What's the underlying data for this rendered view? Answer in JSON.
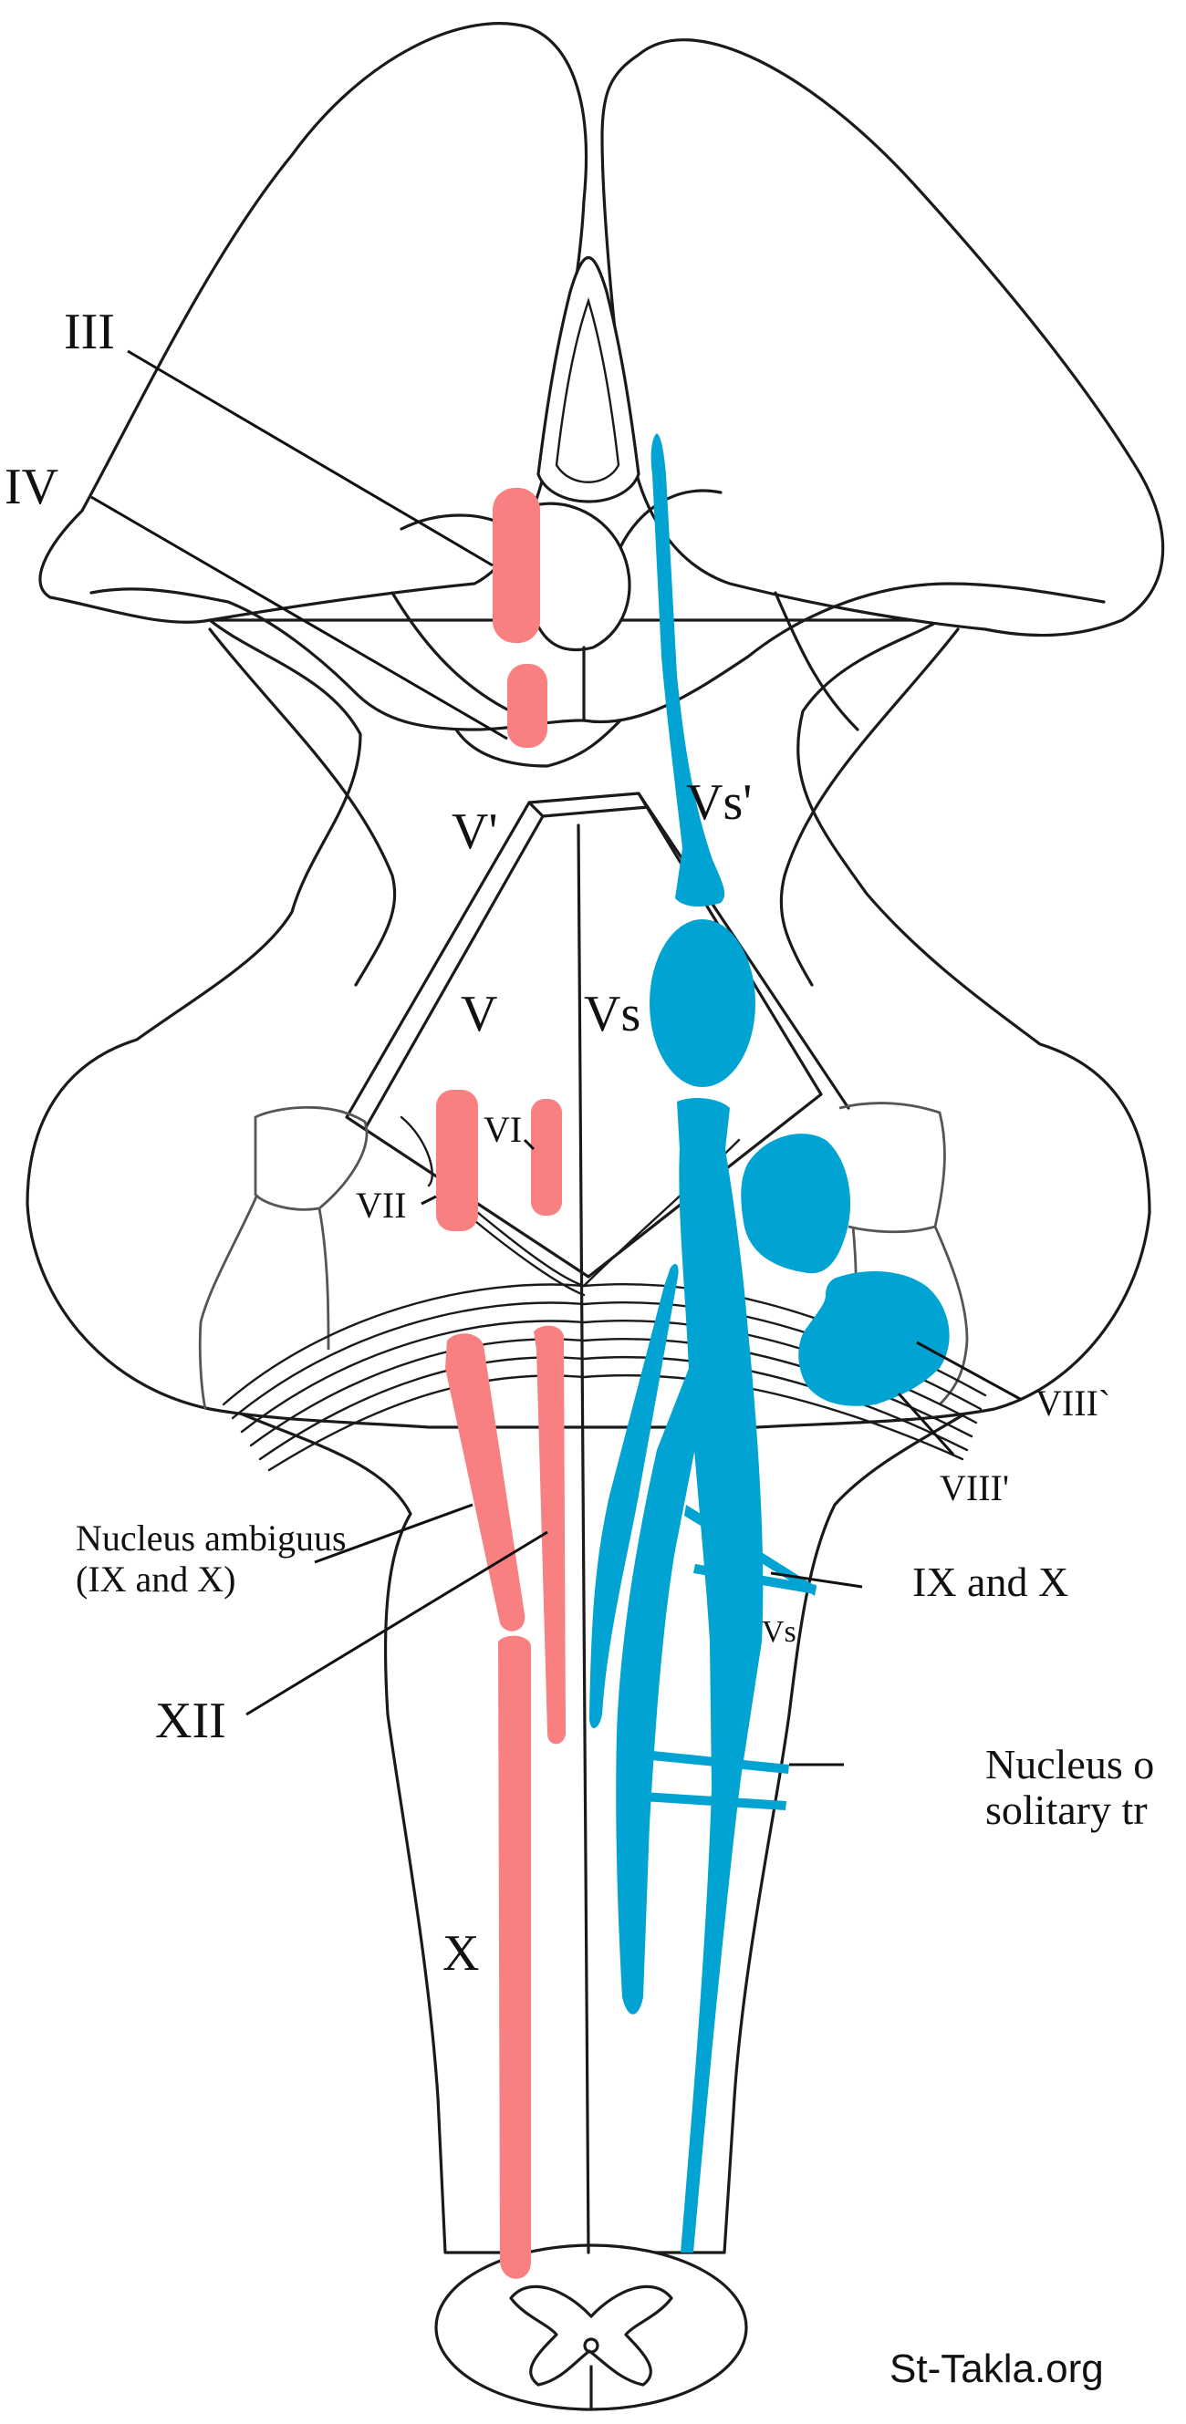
{
  "colors": {
    "motor": "#f98080",
    "sensory": "#00a3d1",
    "outline": "#1a1a1a"
  },
  "labels": {
    "iii": "III",
    "iv": "IV",
    "v_prime": "V'",
    "v": "V",
    "vs_prime": "Vs'",
    "vs": "Vs",
    "vi": "VI",
    "vii": "VII",
    "viii_grave": "VIII`",
    "viii_prime": "VIII'",
    "nucleus_ambiguus_1": "Nucleus ambiguus",
    "nucleus_ambiguus_2": "(IX and X)",
    "ix_and_x": "IX and X",
    "vs_small": "Vs",
    "xii": "XII",
    "x": "X",
    "solitary_1": "Nucleus o",
    "solitary_2": "solitary tr"
  },
  "credit": "St-Takla.org"
}
